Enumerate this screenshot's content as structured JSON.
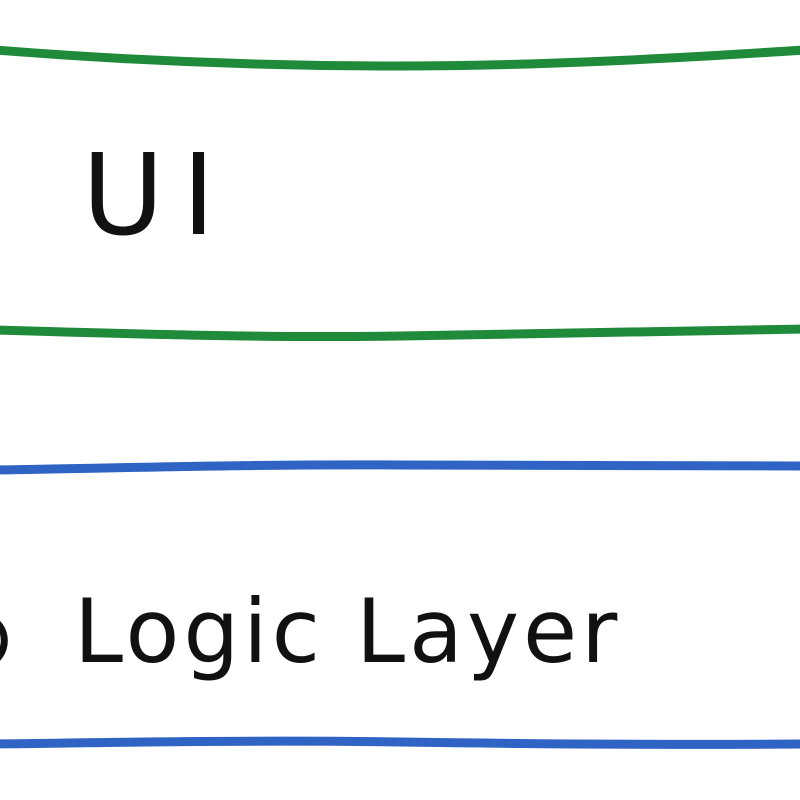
{
  "layers": [
    {
      "id": "ui",
      "label": "UI",
      "border_color": "#1f8a3a"
    },
    {
      "id": "logic",
      "label": "Logic Layer",
      "border_color": "#2f64c4"
    }
  ],
  "background_color": "#ffffff",
  "text_color": "#111111"
}
